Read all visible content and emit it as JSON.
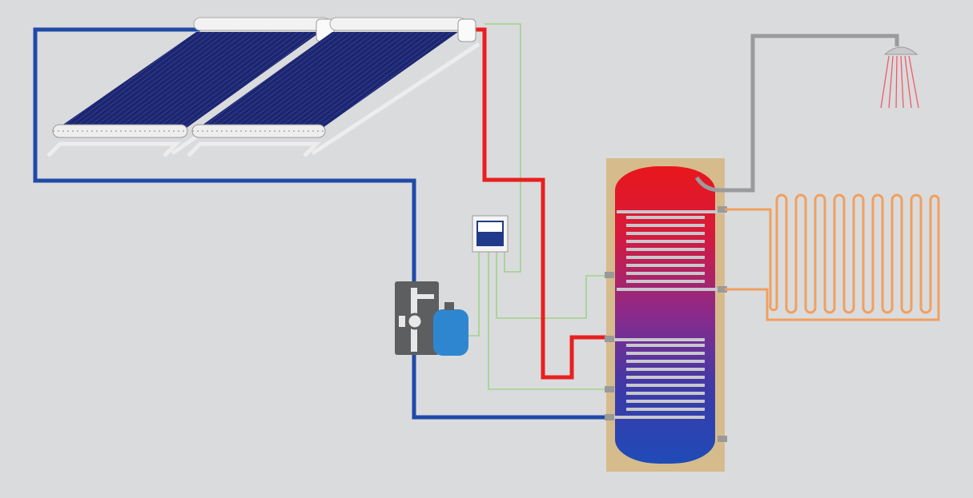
{
  "diagram": {
    "type": "solar-water-heating-system",
    "components": [
      "solar-collector-1",
      "solar-collector-2",
      "controller",
      "pump-station",
      "expansion-vessel",
      "storage-tank",
      "upper-coil",
      "lower-coil",
      "radiator",
      "shower-head"
    ],
    "colors": {
      "background": "#dadbdd",
      "cold_pipe": "#1f4aa8",
      "hot_pipe": "#e8201e",
      "sensor_wire": "#9fd38a",
      "tank_jacket": "#d6bb8c",
      "radiator_pipe": "#f0a060",
      "shower_pipe": "#9a9b9d",
      "collector_panel": "#1c2670",
      "expansion_vessel": "#2f86d0",
      "pump_station": "#5d5e60"
    }
  }
}
